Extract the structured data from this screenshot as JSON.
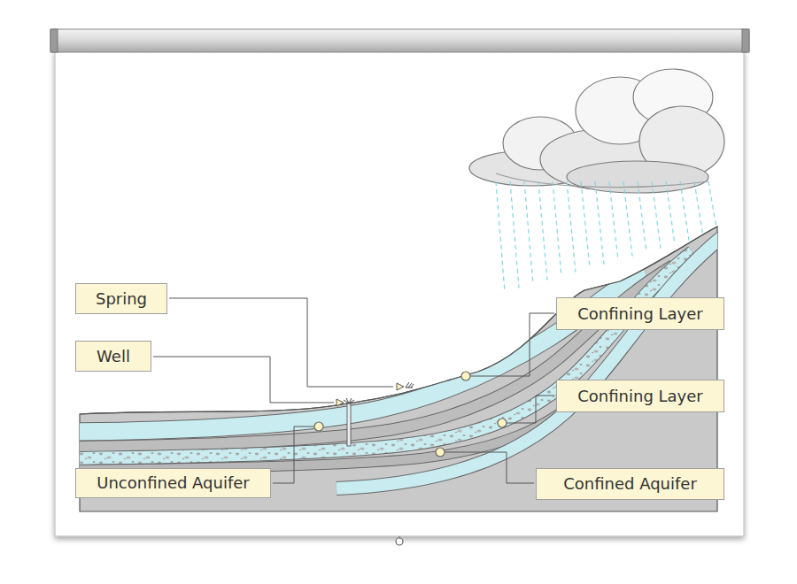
{
  "diagram": {
    "nodes": [
      {
        "text": [
          "Spring"
        ]
      },
      {
        "text": [
          "Confining Layer"
        ]
      },
      {
        "text": [
          "Well"
        ]
      },
      {
        "text": [
          "Confining Layer"
        ]
      },
      {
        "text": [
          "Unconfined Aquifer"
        ]
      },
      {
        "text": [
          "Confined Aquifer"
        ]
      }
    ]
  }
}
